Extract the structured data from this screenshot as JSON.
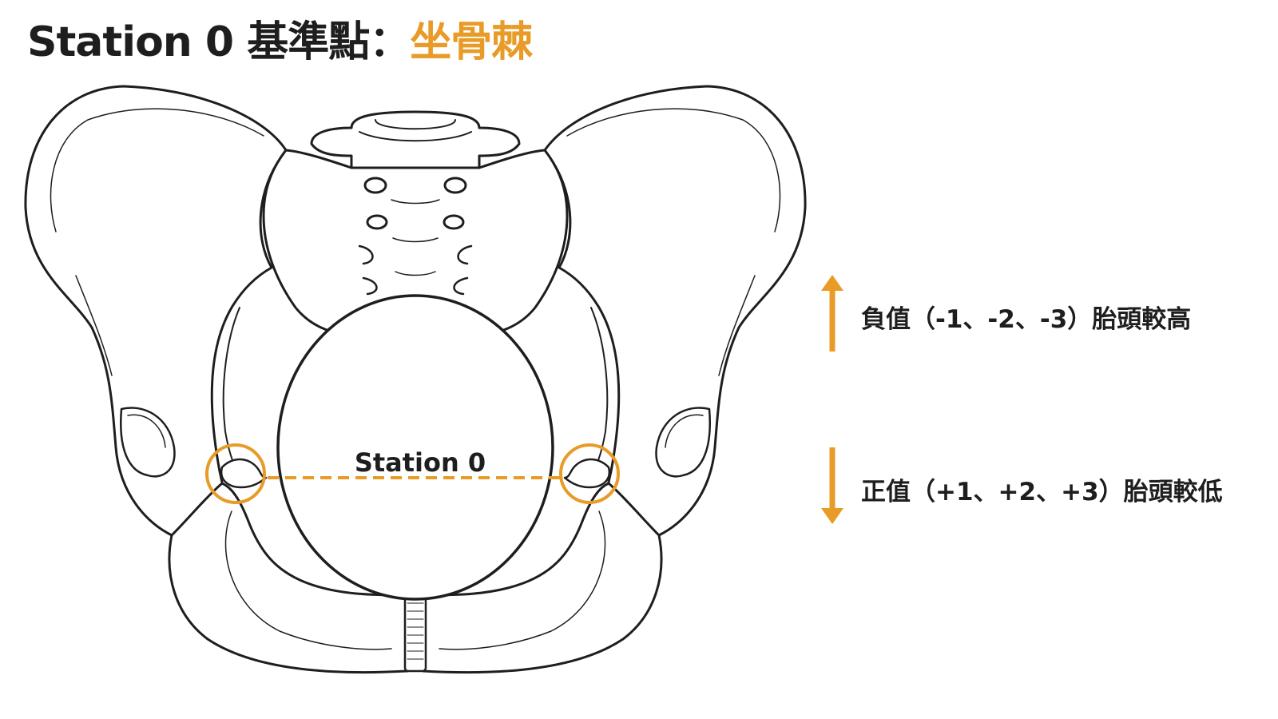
{
  "title": {
    "main": "Station 0 基準點：",
    "highlight": "坐骨棘"
  },
  "diagram": {
    "station_label": "Station 0"
  },
  "legend": {
    "up_text": "負值（-1、-2、-3）胎頭較高",
    "down_text": "正值（+1、+2、+3）胎頭較低"
  },
  "colors": {
    "accent": "#e89b26",
    "line": "#1e1e1e"
  },
  "icons": {
    "up": "arrow-up-icon",
    "down": "arrow-down-icon"
  }
}
